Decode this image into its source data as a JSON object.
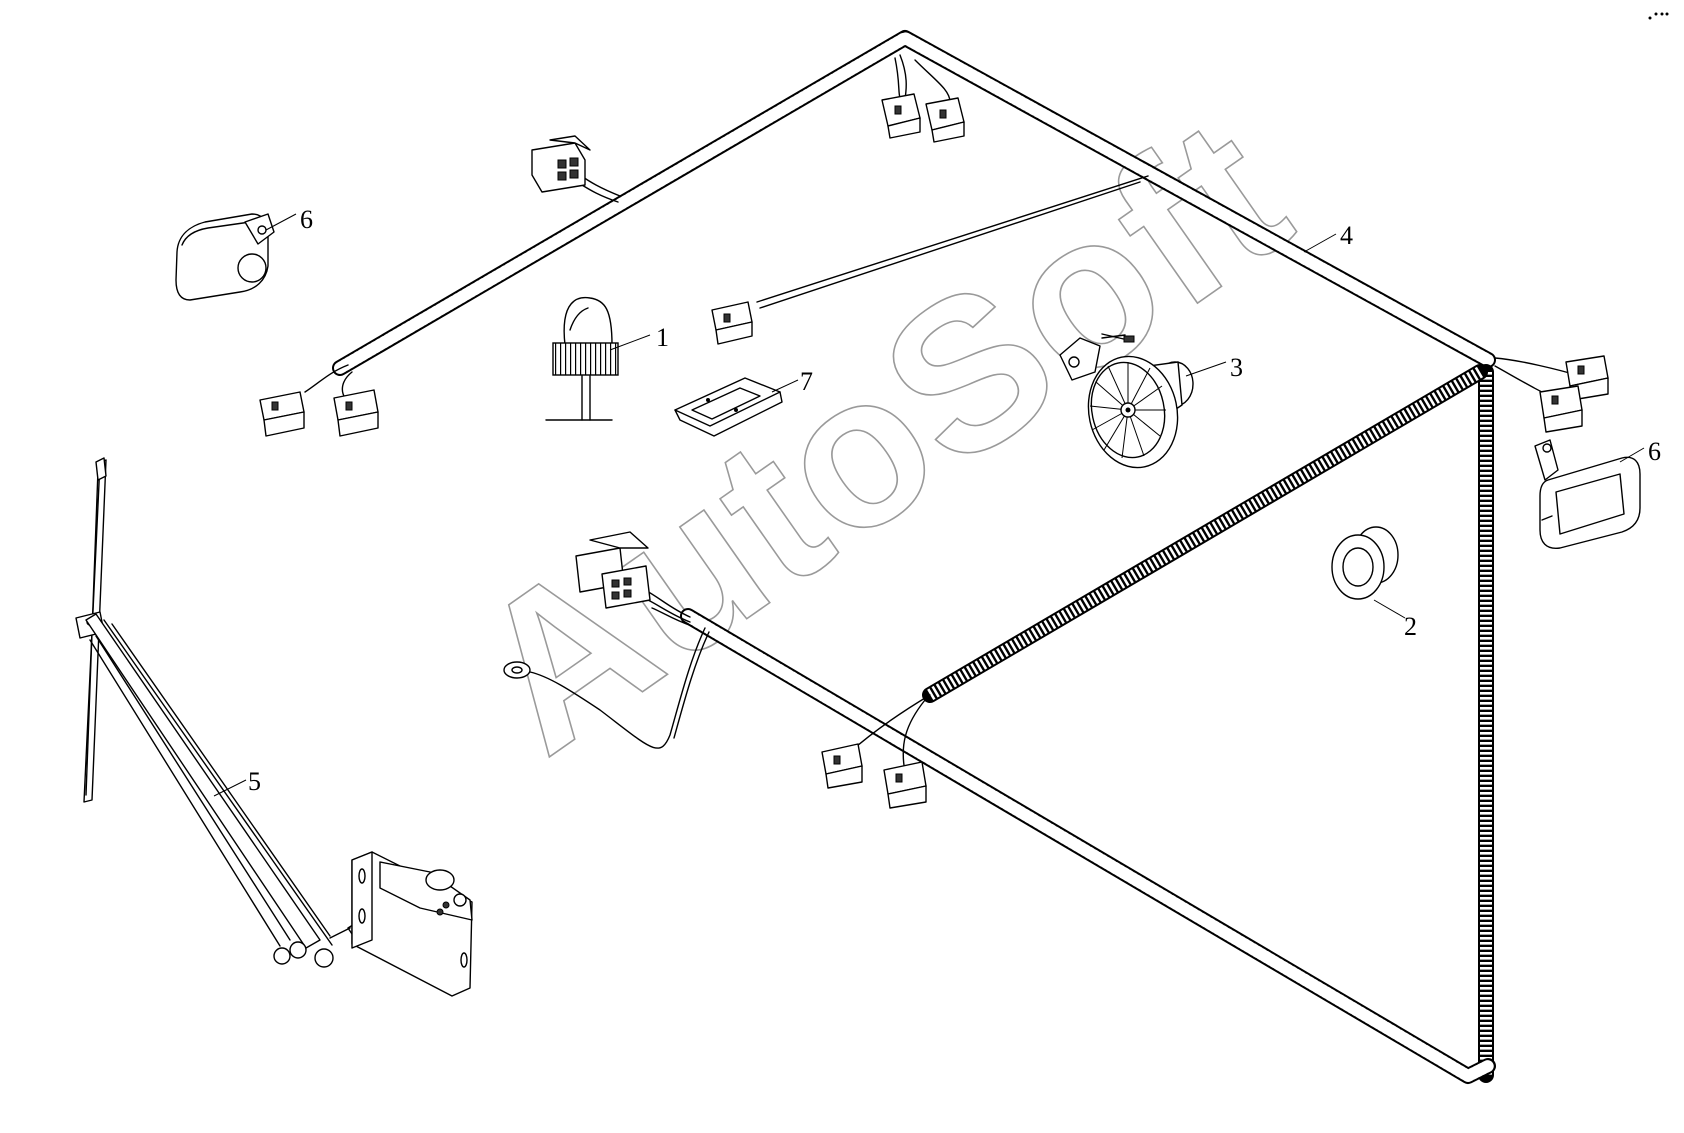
{
  "diagram": {
    "callouts": [
      {
        "id": "callout-1",
        "text": "1"
      },
      {
        "id": "callout-2",
        "text": "2"
      },
      {
        "id": "callout-3",
        "text": "3"
      },
      {
        "id": "callout-4",
        "text": "4"
      },
      {
        "id": "callout-5",
        "text": "5"
      },
      {
        "id": "callout-6-left",
        "text": "6"
      },
      {
        "id": "callout-6-right",
        "text": "6"
      },
      {
        "id": "callout-7",
        "text": "7"
      }
    ],
    "watermark": "AutoSoft",
    "colors": {
      "ink": "#000000",
      "watermark": "#9a9a9a",
      "background": "#ffffff"
    }
  }
}
